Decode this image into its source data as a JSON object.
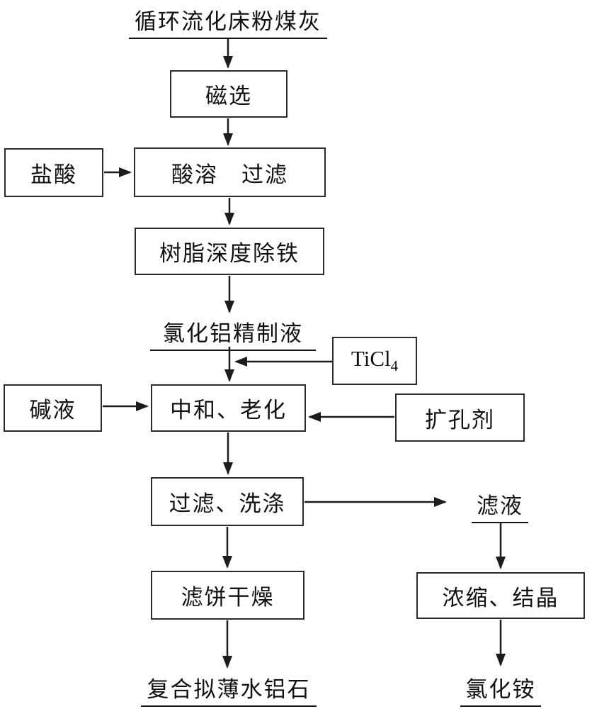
{
  "diagram": {
    "type": "flowchart",
    "colors": {
      "line": "#1c1c1c",
      "border": "#2b2b2b",
      "text": "#111111",
      "background": "#ffffff"
    },
    "nodes": {
      "source": "循环流化床粉煤灰",
      "magnetic_separation": "磁选",
      "hydrochloric_acid": "盐酸",
      "acid_dissolve_filter": "酸溶　过滤",
      "resin_iron_removal": "树脂深度除铁",
      "refined_solution": "氯化铝精制液",
      "ticl4_base": "TiCl",
      "ticl4_sub": "4",
      "alkali": "碱液",
      "neutralize_age": "中和、老化",
      "pore_expander": "扩孔剂",
      "filter_wash": "过滤、洗涤",
      "filtrate": "滤液",
      "cake_drying": "滤饼干燥",
      "concentrate_crystallize": "浓缩、结晶",
      "product_main": "复合拟薄水铝石",
      "product_side": "氯化铵"
    },
    "edges": [
      {
        "from": "source",
        "to": "magnetic_separation"
      },
      {
        "from": "magnetic_separation",
        "to": "acid_dissolve_filter"
      },
      {
        "from": "hydrochloric_acid",
        "to": "acid_dissolve_filter"
      },
      {
        "from": "acid_dissolve_filter",
        "to": "resin_iron_removal"
      },
      {
        "from": "resin_iron_removal",
        "to": "refined_solution"
      },
      {
        "from": "refined_solution",
        "to": "neutralize_age"
      },
      {
        "from": "ticl4",
        "to": "neutralize_age"
      },
      {
        "from": "alkali",
        "to": "neutralize_age"
      },
      {
        "from": "pore_expander",
        "to": "neutralize_age"
      },
      {
        "from": "neutralize_age",
        "to": "filter_wash"
      },
      {
        "from": "filter_wash",
        "to": "filtrate"
      },
      {
        "from": "filtrate",
        "to": "concentrate_crystallize"
      },
      {
        "from": "filter_wash",
        "to": "cake_drying"
      },
      {
        "from": "cake_drying",
        "to": "product_main"
      },
      {
        "from": "concentrate_crystallize",
        "to": "product_side"
      }
    ]
  }
}
